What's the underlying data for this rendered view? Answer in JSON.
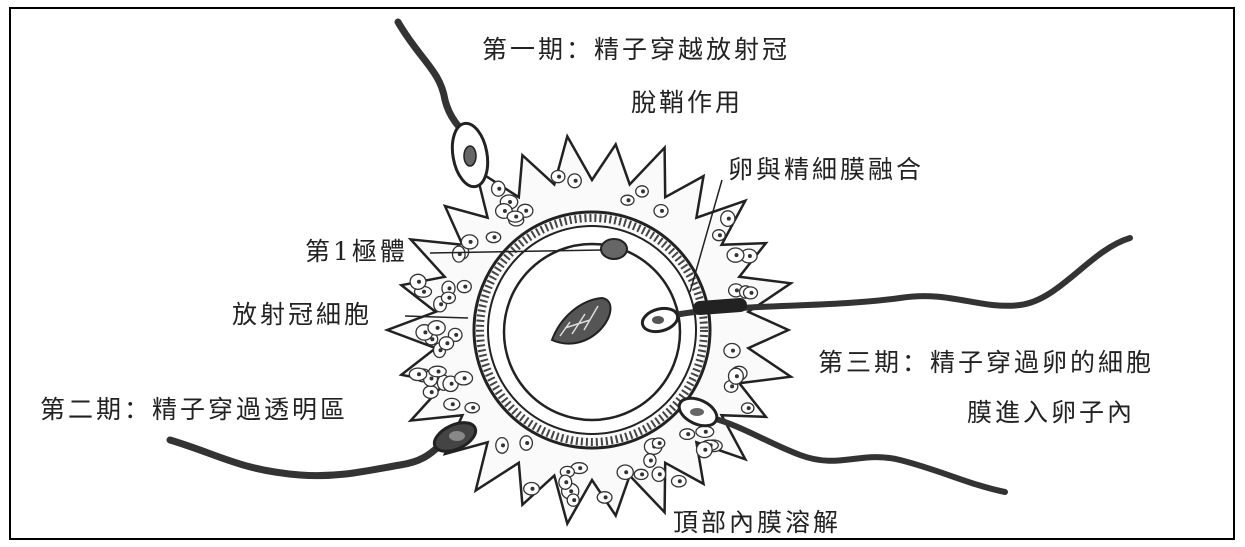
{
  "labels": {
    "stage1_title": "第一期：精子穿越放射冠",
    "stage1_sub": "脫鞘作用",
    "membrane_fusion": "卵與精細膜融合",
    "polar_body": "第1極體",
    "corona_cells": "放射冠細胞",
    "stage2": "第二期：精子穿過透明區",
    "stage3_line1": "第三期：精子穿過卵的細胞",
    "stage3_line2": "膜進入卵子內",
    "acrosome": "頂部內膜溶解"
  }
}
